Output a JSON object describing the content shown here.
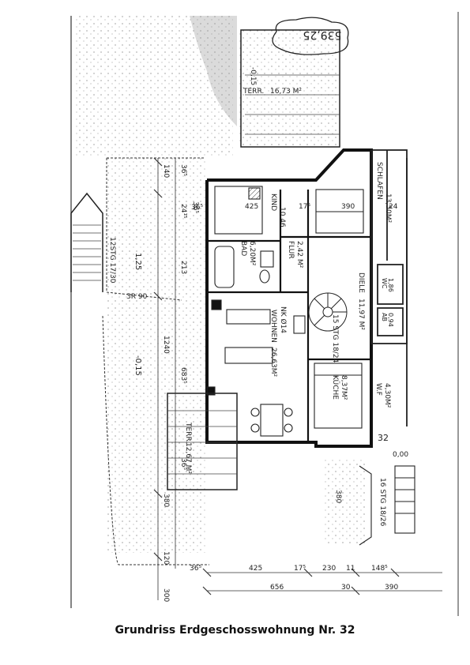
{
  "caption": "Grundriss Erdgeschosswohnung Nr. 32",
  "handwritten_label": "539,25",
  "rooms": {
    "schlafen": {
      "name": "SCHLAFEN",
      "area": "13,50M²"
    },
    "kind": {
      "name": "KIND",
      "area": "10,46"
    },
    "flur": {
      "name": "FLUR",
      "area": "2,42 M²"
    },
    "bad": {
      "name": "BAD",
      "area": "6,20M²"
    },
    "diele": {
      "name": "DIELE",
      "area": "11,97 M²"
    },
    "wc": {
      "name": "WC",
      "area": "1,86"
    },
    "ab": {
      "name": "AB",
      "area": "0,94"
    },
    "wohnen": {
      "name": "WOHNEN",
      "area": "26,63M²"
    },
    "kueche": {
      "name": "KÜCHE",
      "area": "8,37M²"
    },
    "wf": {
      "name": "W.F",
      "area": "4,30M²"
    },
    "terr_top": {
      "name": "TERR.",
      "area": "16,73 M²"
    },
    "terr_bottom": {
      "name": "TERR.",
      "area": "12,67 M²"
    }
  },
  "annotations": {
    "stairs_inner": "15 STG 18/24",
    "stairs_outer": "12STG 17/30",
    "stairs_right": "16 STG 18/26",
    "chimney": "NK Ø14",
    "level_top": "-0,15",
    "level_left": "1,25",
    "level_mid": "-0,15",
    "level_right": "0,00",
    "unit_no": "32",
    "beam": "3R 90"
  },
  "dims": {
    "d140": "140",
    "d365a": "36⁵",
    "d365b": "36⁵",
    "d2415": "24¹⁵",
    "d213": "213",
    "d1240": "1240",
    "d6835": "683⁵",
    "d380a": "380",
    "d380b": "380",
    "d120": "120",
    "d300": "300",
    "d425a": "425",
    "d390a": "390",
    "d175": "17⁵",
    "d24": "24",
    "d365c": "36⁵",
    "d425b": "425",
    "d175b": "17⁵",
    "d230": "230",
    "d11": "11",
    "d1485": "148⁵",
    "d656": "656",
    "d30": "30",
    "d390b": "390",
    "d365d": "36⁵",
    "d365e": "36⁵"
  }
}
